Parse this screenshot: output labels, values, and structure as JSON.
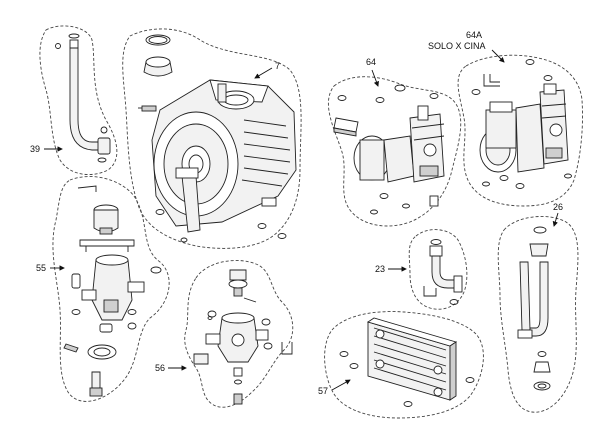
{
  "callouts": {
    "c7": "7",
    "c39": "39",
    "c55": "55",
    "c56": "56",
    "c64": "64",
    "c64a": "64A",
    "c64a_note": "SOLO X CINA",
    "c23": "23",
    "c26": "26",
    "c57": "57"
  }
}
